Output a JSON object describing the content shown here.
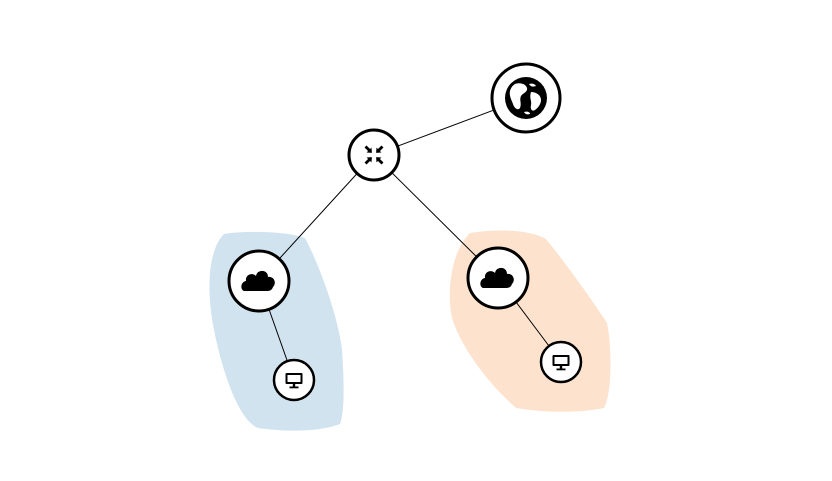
{
  "diagram": {
    "type": "network-topology",
    "background": "#ffffff",
    "nodes": [
      {
        "id": "internet",
        "icon": "globe-icon"
      },
      {
        "id": "router",
        "icon": "router-icon"
      },
      {
        "id": "cloud-left",
        "icon": "cloud-icon"
      },
      {
        "id": "cloud-right",
        "icon": "cloud-icon"
      },
      {
        "id": "pc-left",
        "icon": "monitor-icon"
      },
      {
        "id": "pc-right",
        "icon": "monitor-icon"
      }
    ],
    "edges": [
      {
        "from": "router",
        "to": "internet"
      },
      {
        "from": "router",
        "to": "cloud-left"
      },
      {
        "from": "router",
        "to": "cloud-right"
      },
      {
        "from": "cloud-left",
        "to": "pc-left"
      },
      {
        "from": "cloud-right",
        "to": "pc-right"
      }
    ],
    "groups": [
      {
        "id": "group-left",
        "members": [
          "cloud-left",
          "pc-left"
        ],
        "color": "#d2e3f0"
      },
      {
        "id": "group-right",
        "members": [
          "cloud-right",
          "pc-right"
        ],
        "color": "#fde3ce"
      }
    ]
  }
}
